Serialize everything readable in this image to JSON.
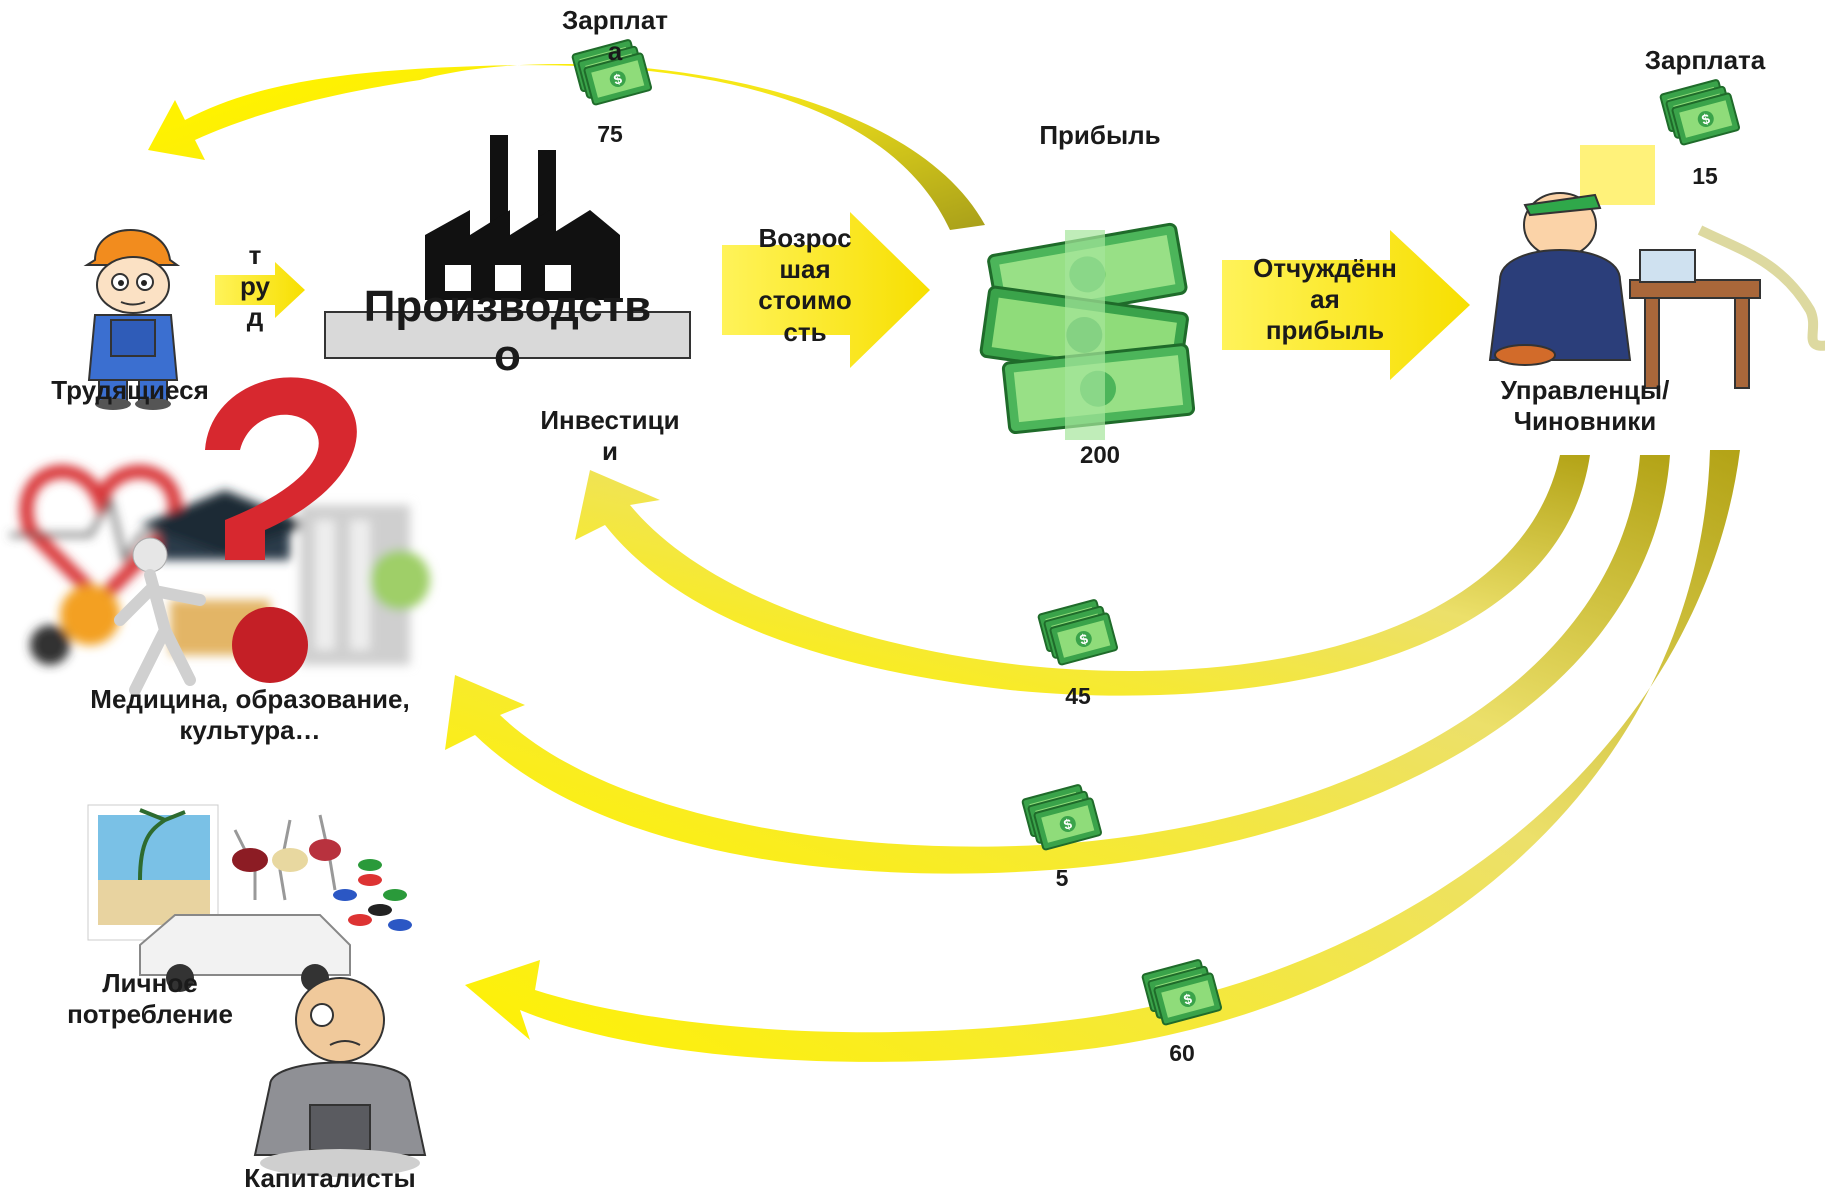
{
  "labels": {
    "wage_workers": "Зарплат\nа",
    "wage_workers_amount": "75",
    "profit": "Прибыль",
    "wage_managers": "Зарплата",
    "wage_managers_amount": "15",
    "labor": "т\nру\nд",
    "production": "Производств\nо",
    "grown_value": "Возрос\nшая\nстоимо\nсть",
    "alienated_profit": "Отчуждённ\nая\nприбыль",
    "workers": "Трудящиеся",
    "managers": "Управленцы/\nЧиновники",
    "investments": "Инвестици\nи",
    "profit_amount": "200",
    "social": "Медицина, образование,\nкультура…",
    "invest_amount": "45",
    "social_amount": "5",
    "personal": "Личное\nпотребление",
    "capitalists_amount": "60",
    "capitalists": "Капиталисты"
  },
  "colors": {
    "arrow_yellow": "#fff200",
    "arrow_olive": "#a89f1a",
    "money_green": "#3aa34a",
    "money_light": "#8fdc7a",
    "production_gray": "#d9d9d9"
  },
  "icons": [
    "worker-icon",
    "factory-icon",
    "money-stack-icon",
    "manager-icon",
    "question-mark-icon",
    "capitalist-icon",
    "luxury-icon"
  ]
}
